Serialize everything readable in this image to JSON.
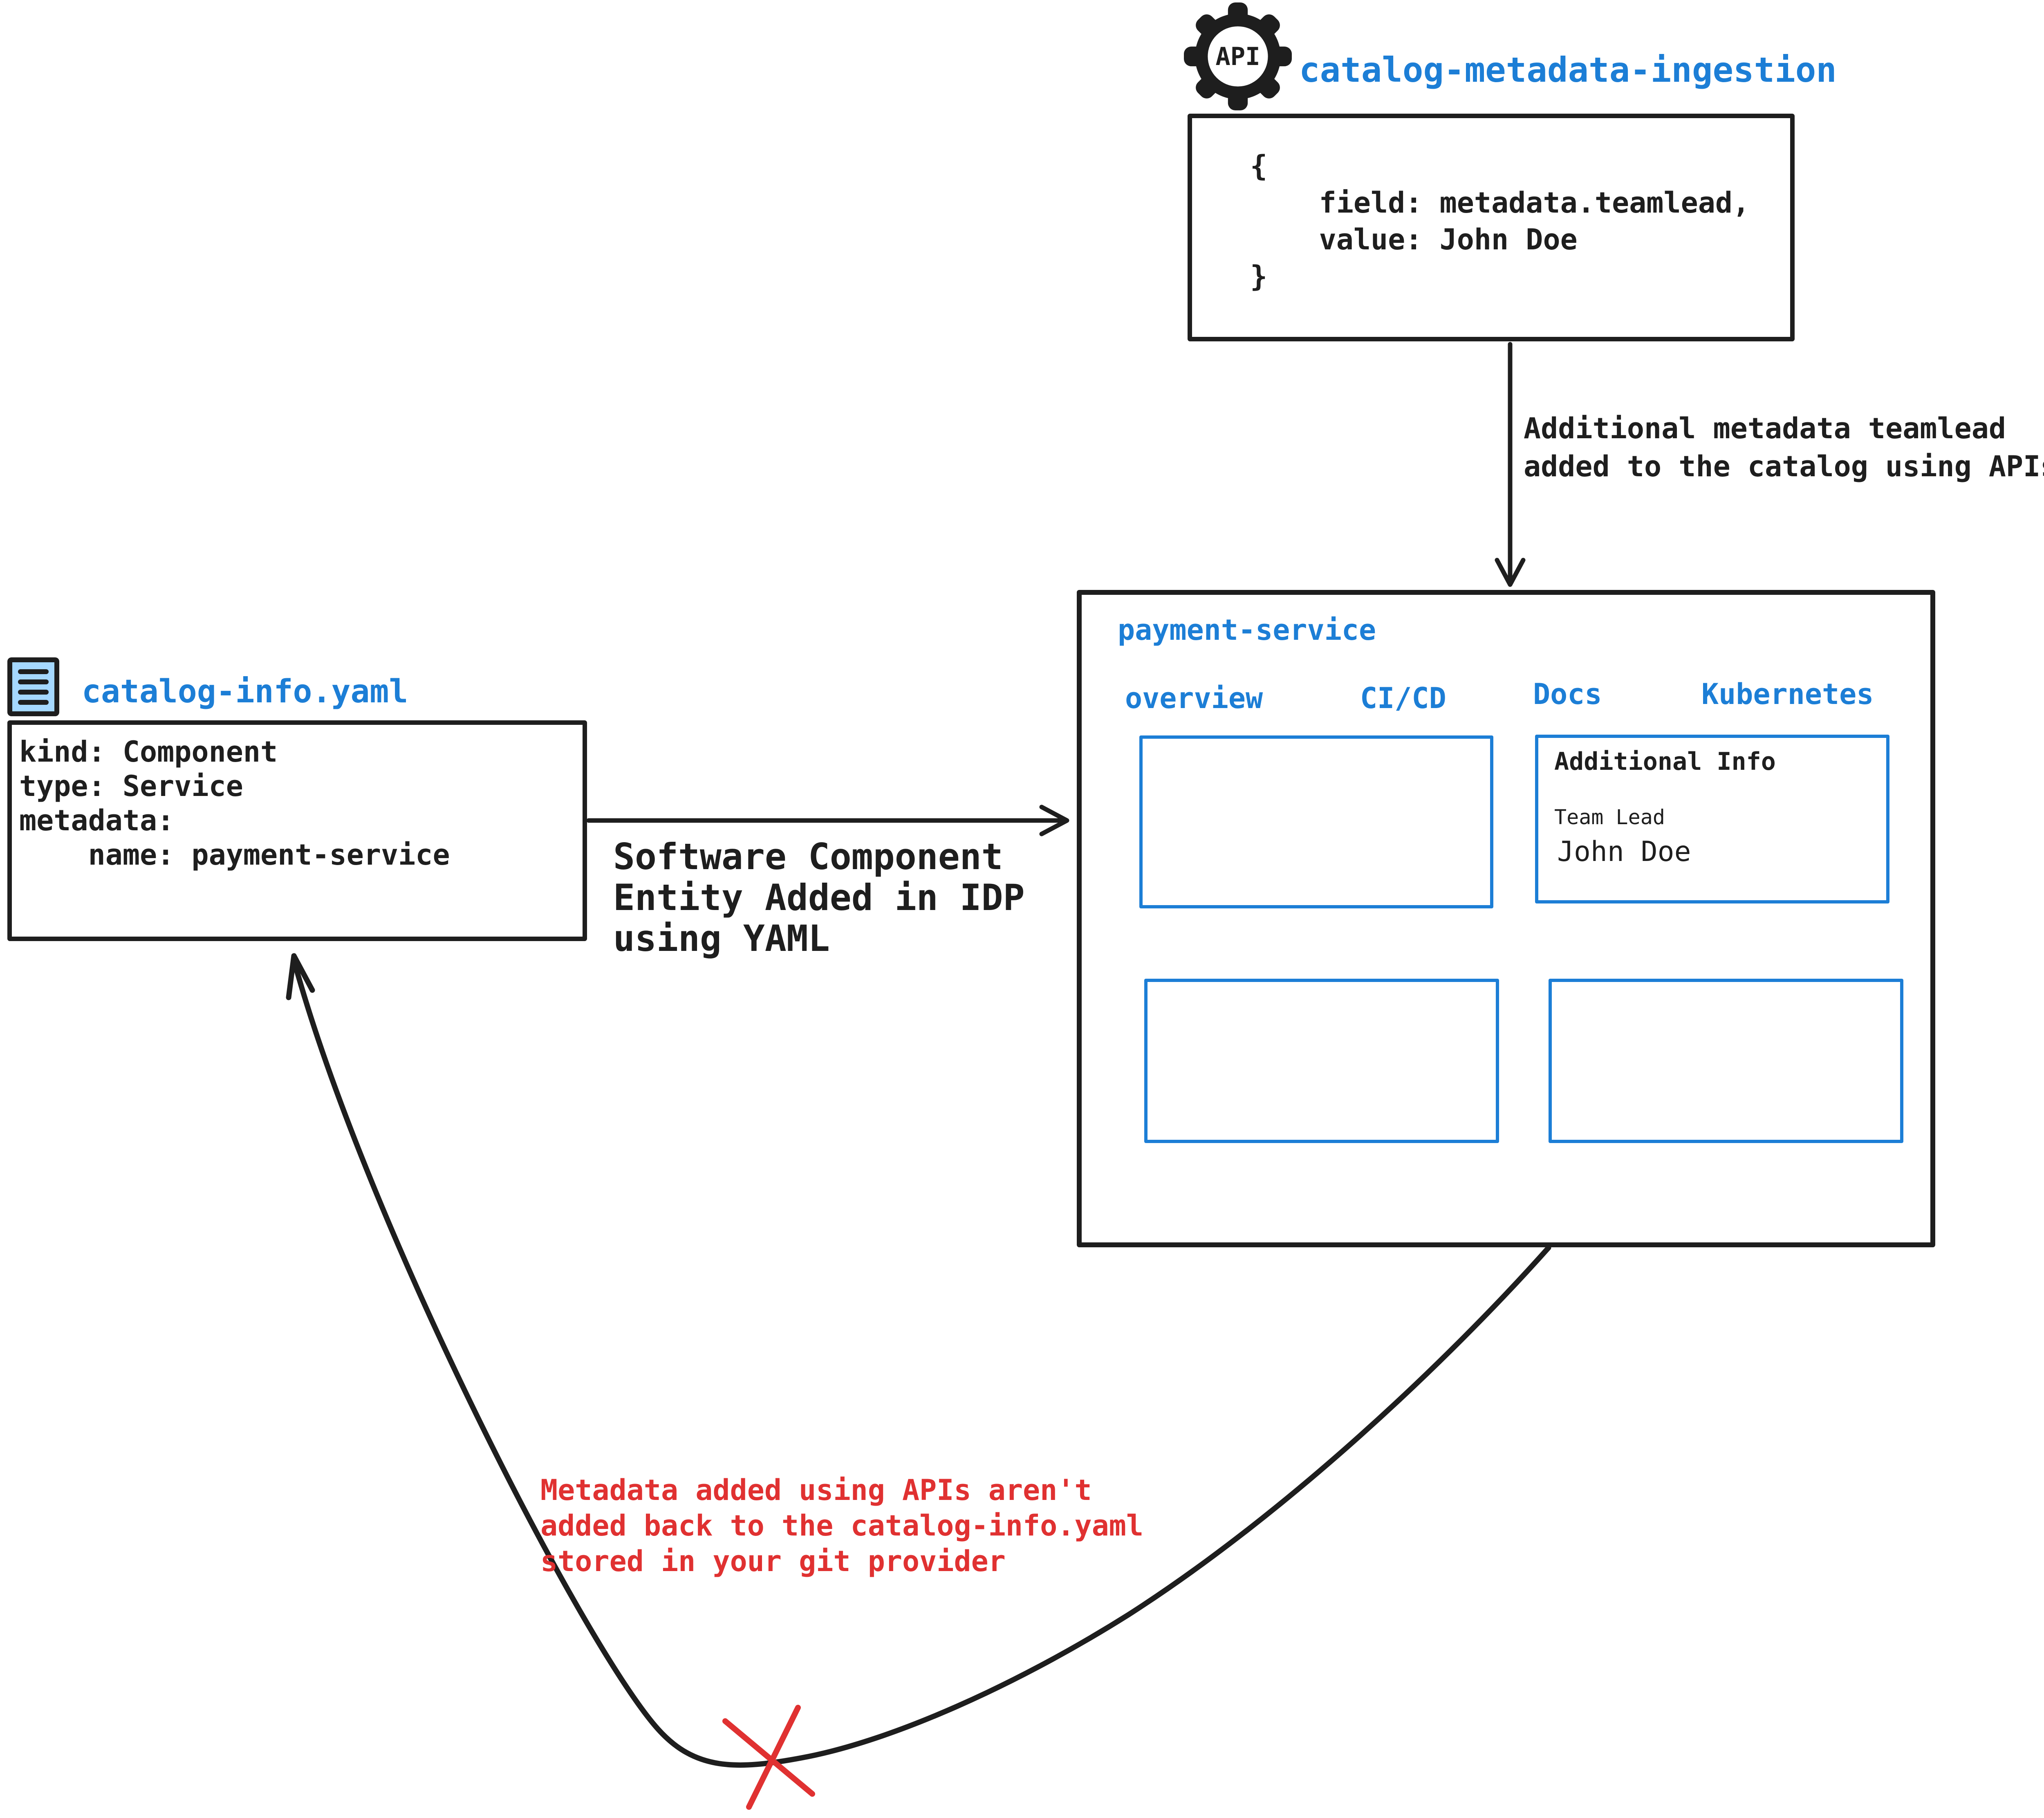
{
  "colors": {
    "accent_blue": "#1c7ed6",
    "ink_black": "#1e1e1e",
    "alert_red": "#e03131",
    "doc_icon_fill": "#a5d8ff"
  },
  "api_ingestion": {
    "icon_label": "API",
    "title": "catalog-metadata-ingestion",
    "payload_lines": [
      "{",
      "    field: metadata.teamlead,",
      "    value: John Doe",
      "}"
    ]
  },
  "api_arrow_note": {
    "line1": "Additional metadata teamlead",
    "line2": "added to the catalog using APIs"
  },
  "idp_portal": {
    "title": "payment-service",
    "tabs": [
      {
        "label": "overview"
      },
      {
        "label": "CI/CD"
      },
      {
        "label": "Docs"
      },
      {
        "label": "Kubernetes"
      }
    ],
    "docs_panel": {
      "heading": "Additional Info",
      "field_label": "Team Lead",
      "field_value": "John Doe"
    }
  },
  "yaml_file": {
    "title": "catalog-info.yaml",
    "code_lines": [
      "kind: Component",
      "type: Service",
      "metadata:",
      "    name: payment-service"
    ]
  },
  "yaml_arrow_note": {
    "line1": "Software Component",
    "line2": "Entity Added in IDP",
    "line3": "using YAML"
  },
  "warning_note": {
    "line1": "Metadata added using APIs aren't",
    "line2": "added back to the catalog-info.yaml",
    "line3": "stored in your git provider"
  }
}
